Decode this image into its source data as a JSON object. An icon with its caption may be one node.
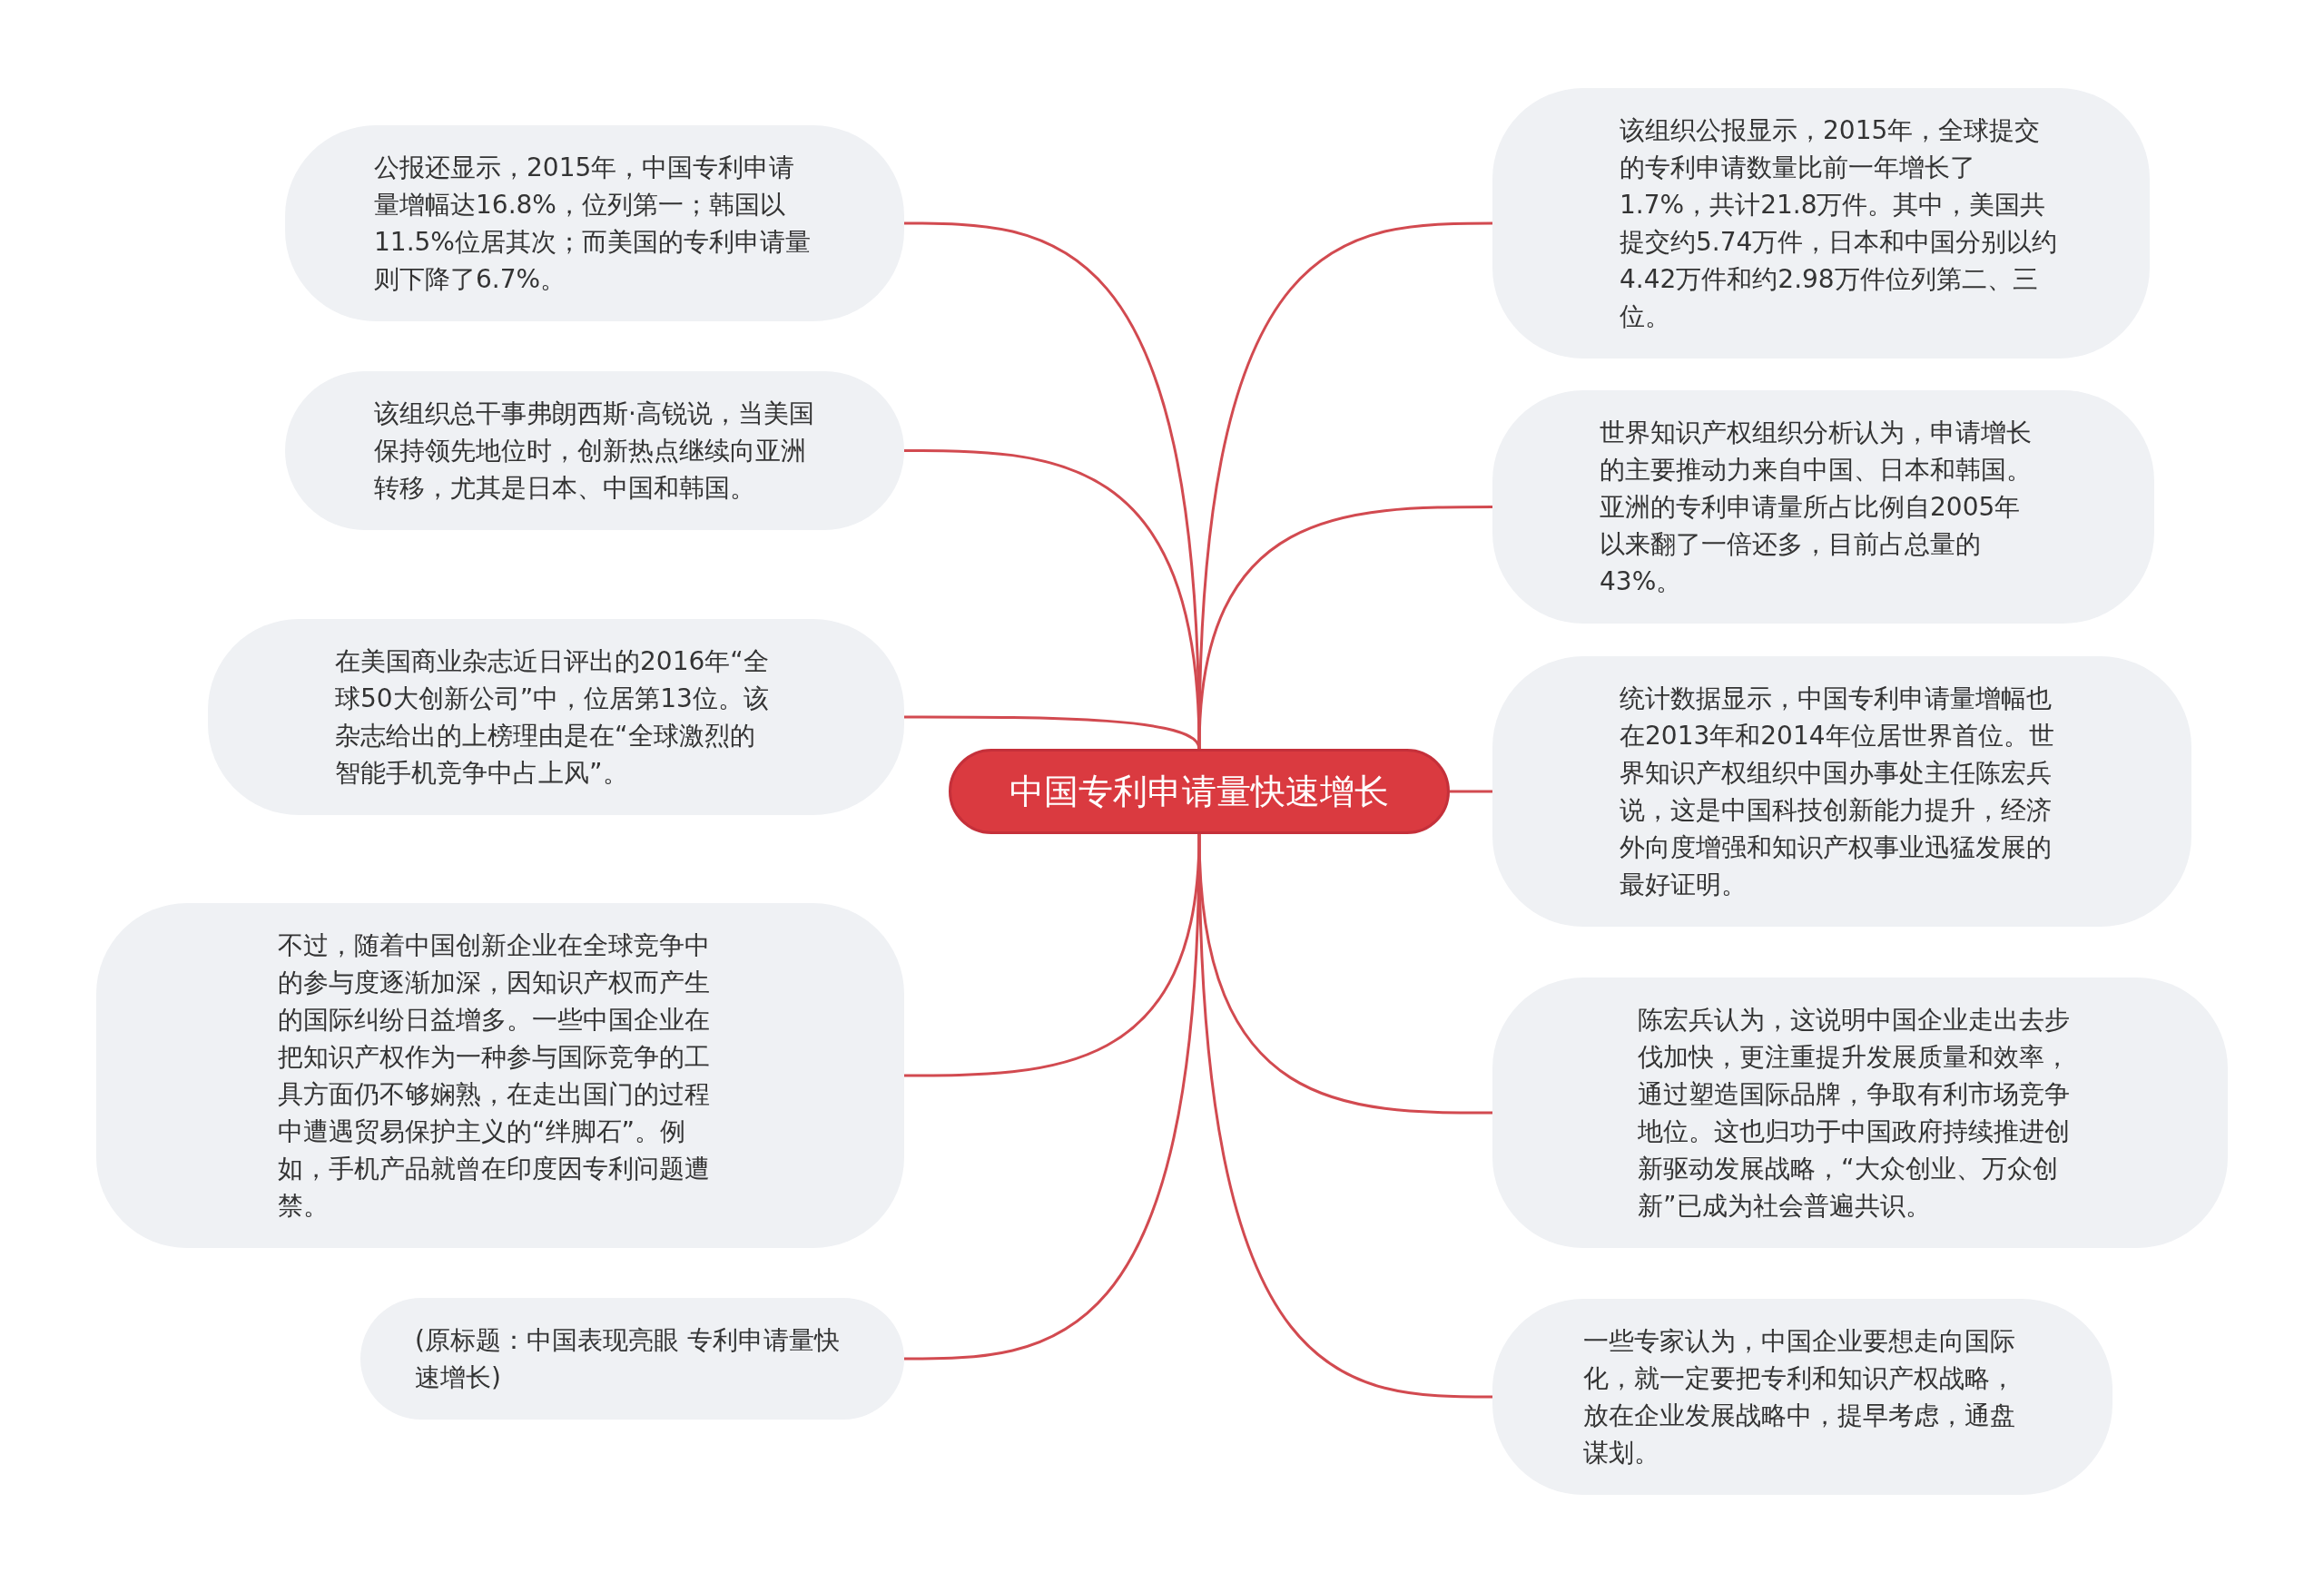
{
  "diagram": {
    "nodes": [
      {
        "text": [
          "中国专利申请量快速增长"
        ]
      },
      {
        "text": [
          "公报还显示，2015年，中国专利申请量增幅达16.8%，位列第一；韩国以11.5%位居其次；而美国的专利申请量则下降了6.7%。"
        ]
      },
      {
        "text": [
          "该组织总干事弗朗西斯·高锐说，当美国保持领先地位时，创新热点继续向亚洲转移，尤其是日本、中国和韩国。"
        ]
      },
      {
        "text": [
          "在美国商业杂志近日评出的2016年“全球50大创新公司”中，位居第13位。该杂志给出的上榜理由是在“全球激烈的智能手机竞争中占上风”。"
        ]
      },
      {
        "text": [
          "不过，随着中国创新企业在全球竞争中的参与度逐渐加深，因知识产权而产生的国际纠纷日益增多。一些中国企业在把知识产权作为一种参与国际竞争的工具方面仍不够娴熟，在走出国门的过程中遭遇贸易保护主义的“绊脚石”。例如，手机产品就曾在印度因专利问题遭禁。"
        ]
      },
      {
        "text": [
          "(原标题：中国表现亮眼 专利申请量快速增长)"
        ]
      },
      {
        "text": [
          "该组织公报显示，2015年，全球提交的专利申请数量比前一年增长了1.7%，共计21.8万件。其中，美国共提交约5.74万件，日本和中国分别以约4.42万件和约2.98万件位列第二、三位。"
        ]
      },
      {
        "text": [
          "世界知识产权组织分析认为，申请增长的主要推动力来自中国、日本和韩国。亚洲的专利申请量所占比例自2005年以来翻了一倍还多，目前占总量的43%。"
        ]
      },
      {
        "text": [
          "统计数据显示，中国专利申请量增幅也在2013年和2014年位居世界首位。世界知识产权组织中国办事处主任陈宏兵说，这是中国科技创新能力提升，经济外向度增强和知识产权事业迅猛发展的最好证明。"
        ]
      },
      {
        "text": [
          "陈宏兵认为，这说明中国企业走出去步伐加快，更注重提升发展质量和效率，通过塑造国际品牌，争取有利市场竞争地位。这也归功于中国政府持续推进创新驱动发展战略，“大众创业、万众创新”已成为社会普遍共识。"
        ]
      },
      {
        "text": [
          "一些专家认为，中国企业要想走向国际化，就一定要把专利和知识产权战略，放在企业发展战略中，提早考虑，通盘谋划。"
        ]
      }
    ],
    "edges": [
      {
        "from": 0,
        "to": 1,
        "arrow": "none"
      },
      {
        "from": 0,
        "to": 2,
        "arrow": "none"
      },
      {
        "from": 0,
        "to": 3,
        "arrow": "none"
      },
      {
        "from": 0,
        "to": 4,
        "arrow": "none"
      },
      {
        "from": 0,
        "to": 5,
        "arrow": "none"
      },
      {
        "from": 0,
        "to": 6,
        "arrow": "none"
      },
      {
        "from": 0,
        "to": 7,
        "arrow": "none"
      },
      {
        "from": 0,
        "to": 8,
        "arrow": "none"
      },
      {
        "from": 0,
        "to": 9,
        "arrow": "none"
      },
      {
        "from": 0,
        "to": 10,
        "arrow": "none"
      }
    ]
  }
}
